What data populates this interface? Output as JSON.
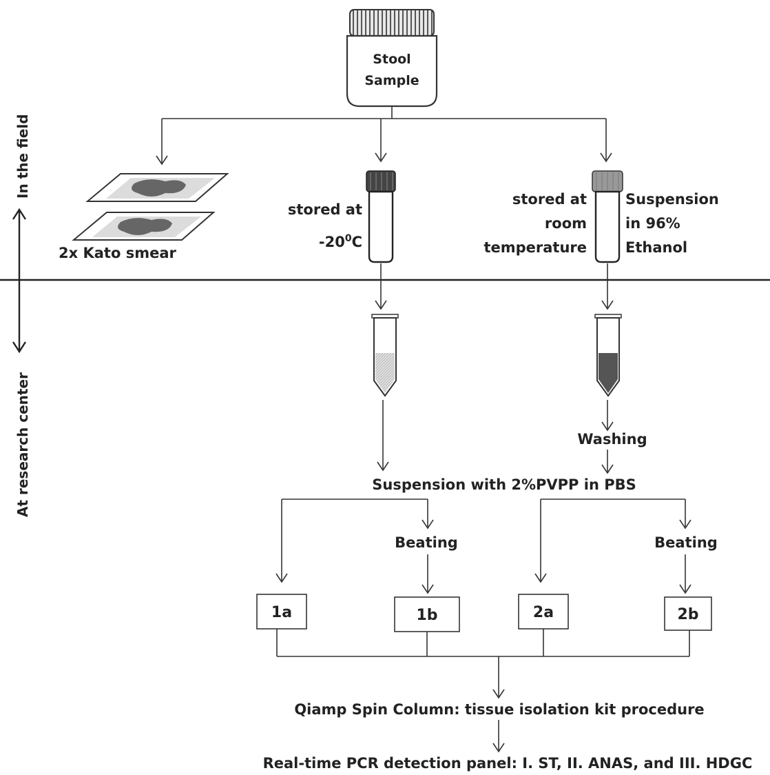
{
  "jar": {
    "line1": "Stool",
    "line2": "Sample"
  },
  "side_labels": {
    "field": "In the field",
    "center": "At research center"
  },
  "kato": {
    "label": "2x Kato smear"
  },
  "frozen": {
    "line1": "stored at",
    "line2": "-20",
    "line2_sup": "0",
    "line2_suffix": "C"
  },
  "ethanol": {
    "left_line1": "stored at",
    "left_line2": "room",
    "left_line3": "temperature",
    "right_line1": "Suspension",
    "right_line2": "in 96%",
    "right_line3": "Ethanol"
  },
  "washing": "Washing",
  "suspension": "Suspension with 2%PVPP in PBS",
  "beating_left": "Beating",
  "beating_right": "Beating",
  "boxes": [
    "1a",
    "1b",
    "2a",
    "2b"
  ],
  "qiamp": "Qiamp Spin Column: tissue isolation kit procedure",
  "pcr": "Real-time PCR detection panel: I. ST, II. ANAS, and III. HDGC",
  "colors": {
    "line": "#333333",
    "cap_dark": "#444444",
    "cap_light": "#999999",
    "fill_dark": "#555555",
    "fill_light": "#cccccc"
  }
}
